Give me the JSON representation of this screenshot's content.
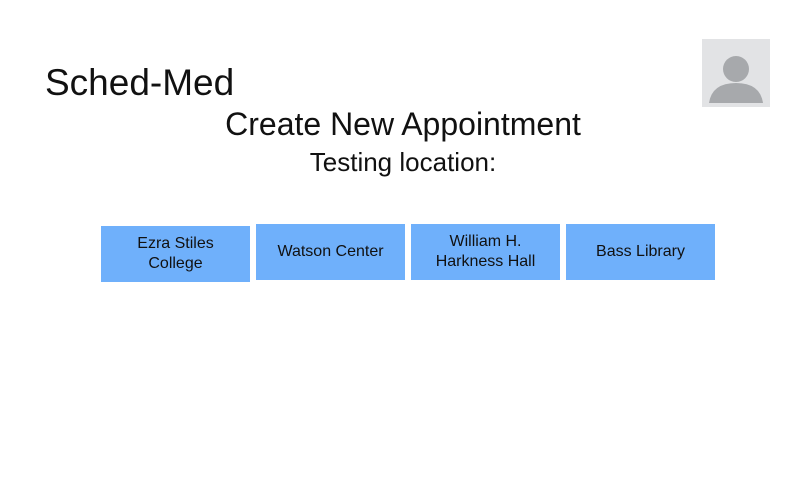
{
  "header": {
    "app_title": "Sched-Med",
    "avatar_icon": "user-avatar-icon"
  },
  "main": {
    "title": "Create New Appointment",
    "section_label": "Testing location:",
    "locations": [
      {
        "label": "Ezra Stiles College"
      },
      {
        "label": "Watson Center"
      },
      {
        "label": "William H. Harkness Hall"
      },
      {
        "label": "Bass Library"
      }
    ]
  },
  "colors": {
    "button_bg": "#6fb0fb",
    "avatar_bg": "#e2e3e5",
    "avatar_fg": "#a7a9ac"
  }
}
